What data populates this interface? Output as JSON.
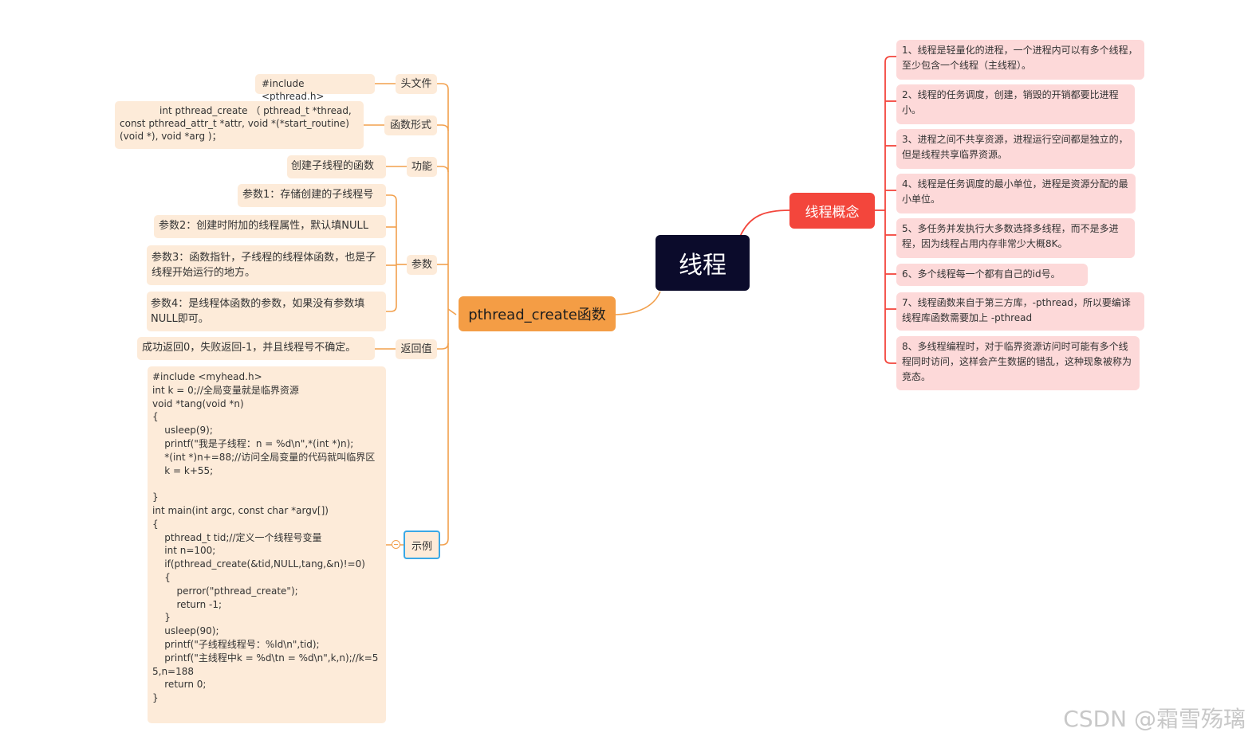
{
  "root": {
    "title": "线程"
  },
  "left_branch": {
    "title": "pthread_create函数",
    "header_file": {
      "label": "头文件",
      "content": "#include <pthread.h>"
    },
    "function_form": {
      "label": "函数形式",
      "content": "int pthread_create （ pthread_t *thread, const pthread_attr_t *attr, void *(*start_routine)(void *), void *arg )；"
    },
    "function": {
      "label": "功能",
      "content": "创建子线程的函数"
    },
    "params": {
      "label": "参数",
      "items": [
        "参数1：存储创建的子线程号",
        "参数2：创建时附加的线程属性，默认填NULL",
        "参数3：函数指针，子线程的线程体函数，也是子线程开始运行的地方。",
        "参数4：是线程体函数的参数，如果没有参数填NULL即可。"
      ]
    },
    "return_value": {
      "label": "返回值",
      "content": "成功返回0，失败返回-1，并且线程号不确定。"
    },
    "example": {
      "label": "示例",
      "code": "#include <myhead.h>\nint k = 0;//全局变量就是临界资源\nvoid *tang(void *n)\n{\n    usleep(9);\n    printf(\"我是子线程：n = %d\\n\",*(int *)n);\n    *(int *)n+=88;//访问全局变量的代码就叫临界区\n    k = k+55;\n\n}\nint main(int argc, const char *argv[])\n{\n    pthread_t tid;//定义一个线程号变量\n    int n=100;\n    if(pthread_create(&tid,NULL,tang,&n)!=0)\n    {\n        perror(\"pthread_create\");\n        return -1;\n    }\n    usleep(90);\n    printf(\"子线程线程号：%ld\\n\",tid);\n    printf(\"主线程中k = %d\\tn = %d\\n\",k,n);//k=55,n=188\n    return 0;\n}"
    }
  },
  "right_branch": {
    "title": "线程概念",
    "items": [
      "1、线程是轻量化的进程，一个进程内可以有多个线程，至少包含一个线程（主线程）。",
      "2、线程的任务调度，创建，销毁的开销都要比进程小。",
      "3、进程之间不共享资源，进程运行空间都是独立的，但是线程共享临界资源。",
      "4、线程是任务调度的最小单位，进程是资源分配的最小单位。",
      "5、多任务并发执行大多数选择多线程，而不是多进程，因为线程占用内存非常少大概8K。",
      "6、多个线程每一个都有自己的id号。",
      "7、线程函数来自于第三方库，-pthread，所以要编译线程库函数需要加上 -pthread",
      "8、多线程编程时，对于临界资源访问时可能有多个线程同时访问，这样会产生数据的错乱，这种现象被称为竞态。"
    ]
  },
  "watermark": "CSDN @霜雪殇璃",
  "colors": {
    "center": "#0b0b2b",
    "left_branch": "#f49d45",
    "right_branch": "#f3463c",
    "leaf": "#fdebd9",
    "pink": "#fdd9d9"
  }
}
